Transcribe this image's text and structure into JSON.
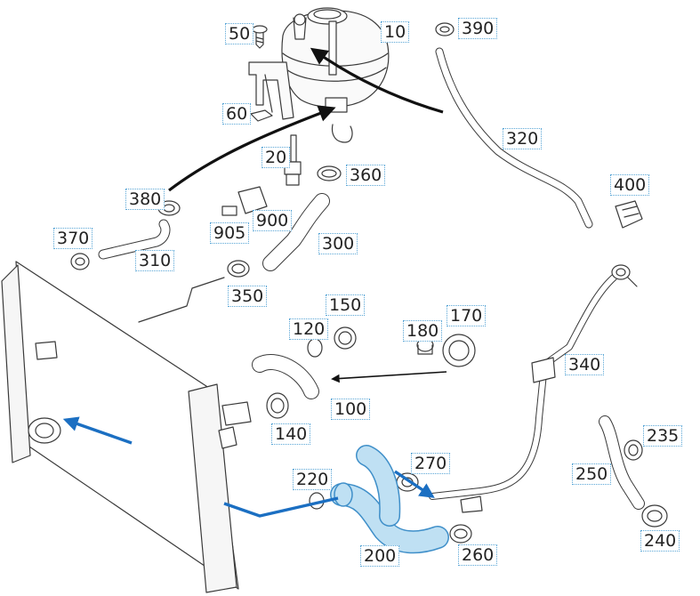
{
  "parts": [
    {
      "id": "p50",
      "label": "50"
    },
    {
      "id": "p10",
      "label": "10"
    },
    {
      "id": "p390",
      "label": "390"
    },
    {
      "id": "p60",
      "label": "60"
    },
    {
      "id": "p320",
      "label": "320"
    },
    {
      "id": "p20",
      "label": "20"
    },
    {
      "id": "p360",
      "label": "360"
    },
    {
      "id": "p380",
      "label": "380"
    },
    {
      "id": "p400",
      "label": "400"
    },
    {
      "id": "p900",
      "label": "900"
    },
    {
      "id": "p905",
      "label": "905"
    },
    {
      "id": "p370",
      "label": "370"
    },
    {
      "id": "p300",
      "label": "300"
    },
    {
      "id": "p310",
      "label": "310"
    },
    {
      "id": "p350",
      "label": "350"
    },
    {
      "id": "p150",
      "label": "150"
    },
    {
      "id": "p120",
      "label": "120"
    },
    {
      "id": "p170",
      "label": "170"
    },
    {
      "id": "p180",
      "label": "180"
    },
    {
      "id": "p340",
      "label": "340"
    },
    {
      "id": "p100",
      "label": "100"
    },
    {
      "id": "p140",
      "label": "140"
    },
    {
      "id": "p235",
      "label": "235"
    },
    {
      "id": "p270",
      "label": "270"
    },
    {
      "id": "p220",
      "label": "220"
    },
    {
      "id": "p250",
      "label": "250"
    },
    {
      "id": "p260",
      "label": "260"
    },
    {
      "id": "p200",
      "label": "200"
    },
    {
      "id": "p240",
      "label": "240"
    }
  ],
  "colors": {
    "line": "#3a3a3a",
    "highlight_fill": "#bfe0f3",
    "highlight_stroke": "#3f8fc9",
    "flow_arrow": "#1b6fc2",
    "callout_border": "#5aa6d6"
  }
}
